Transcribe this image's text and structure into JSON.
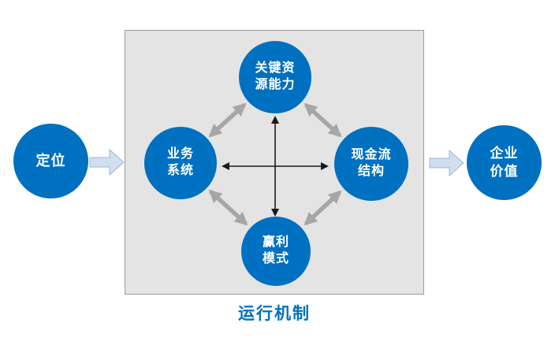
{
  "nodes": {
    "positioning": {
      "lines": [
        "定位"
      ]
    },
    "key_resources": {
      "lines": [
        "关键资",
        "源能力"
      ]
    },
    "business_system": {
      "lines": [
        "业务",
        "系统"
      ]
    },
    "cashflow_structure": {
      "lines": [
        "现金流",
        "结构"
      ]
    },
    "profit_model": {
      "lines": [
        "赢利",
        "模式"
      ]
    },
    "enterprise_value": {
      "lines": [
        "企业",
        "价值"
      ]
    }
  },
  "box_label": "运行机制",
  "icons": {
    "flow_arrow": "right-block-arrow",
    "connectors": [
      "double-arrow-diagonal",
      "double-arrow-horizontal",
      "double-arrow-vertical"
    ]
  },
  "colors": {
    "node_fill": "#0070C0",
    "node_text": "#FFFFFF",
    "box_fill": "#E4E4E4",
    "box_border": "#9C9C9C",
    "gray_arrow": "#A6A6A6",
    "black_arrow": "#1A1A1A",
    "block_arrow_fill": "#D0DEF0",
    "block_arrow_border": "#9DB6D6",
    "label_color": "#0070C0"
  }
}
